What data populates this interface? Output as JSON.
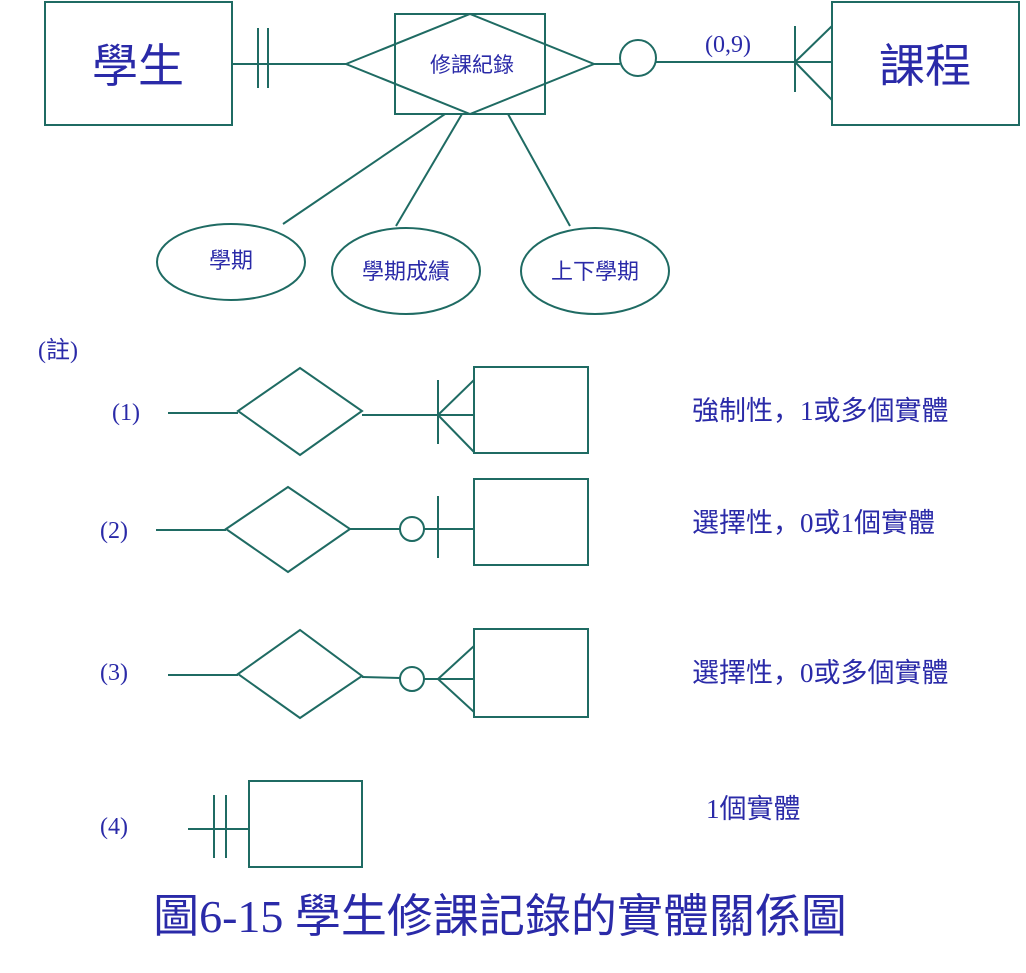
{
  "colors": {
    "line": "#1f6b63",
    "text": "#2a2aa8",
    "background": "#ffffff"
  },
  "entities": {
    "student": "學生",
    "course": "課程"
  },
  "relationship": "修課紀錄",
  "cardinality_label": "(0,9)",
  "attributes": [
    "學期",
    "學期成績",
    "上下學期"
  ],
  "note_label": "(註)",
  "legend": [
    {
      "number": "(1)",
      "description": "強制性，1或多個實體"
    },
    {
      "number": "(2)",
      "description": "選擇性，0或1個實體"
    },
    {
      "number": "(3)",
      "description": "選擇性，0或多個實體"
    },
    {
      "number": "(4)",
      "description": "1個實體"
    }
  ],
  "figure_title": "圖6-15 學生修課記錄的實體關係圖"
}
